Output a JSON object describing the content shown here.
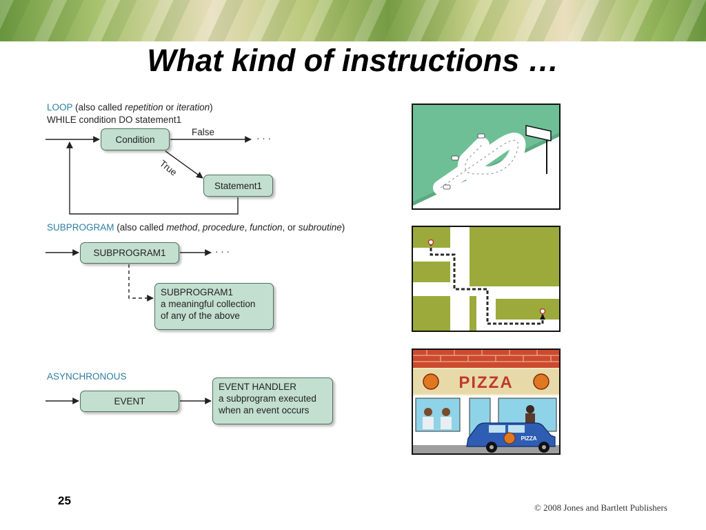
{
  "slide": {
    "title": "What kind of instructions …",
    "page_number": "25",
    "copyright": "© 2008 Jones and Bartlett Publishers"
  },
  "loop": {
    "keyword": "LOOP",
    "also_prefix": " (also called ",
    "term1": "repetition",
    "or": " or ",
    "term2": "iteration",
    "close": ")",
    "syntax": "WHILE condition DO statement1",
    "condition_label": "Condition",
    "false_label": "False",
    "true_label": "True",
    "statement_label": "Statement1",
    "ellipsis": "· · ·"
  },
  "subprogram": {
    "keyword": "SUBPROGRAM",
    "also_prefix": " (also called ",
    "term1": "method",
    "sep1": ", ",
    "term2": "procedure",
    "sep2": ", ",
    "term3": "function",
    "sep3": ", or ",
    "term4": "subroutine",
    "close": ")",
    "box1_label": "SUBPROGRAM1",
    "box2_lines": [
      "SUBPROGRAM1",
      "a meaningful collection",
      "of any of the above"
    ],
    "ellipsis": "· · ·"
  },
  "asynchronous": {
    "keyword": "ASYNCHRONOUS",
    "event_label": "EVENT",
    "handler_lines": [
      "EVENT HANDLER",
      "a subprogram executed",
      "when an event occurs"
    ]
  },
  "illustrations": {
    "pizza_sign": "PIZZA",
    "car_sign": "PIZZA"
  },
  "colors": {
    "box_fill": "#c3dfcf",
    "keyword": "#2a7fa3",
    "race_green": "#6fbf96",
    "map_green": "#9caa3c"
  }
}
